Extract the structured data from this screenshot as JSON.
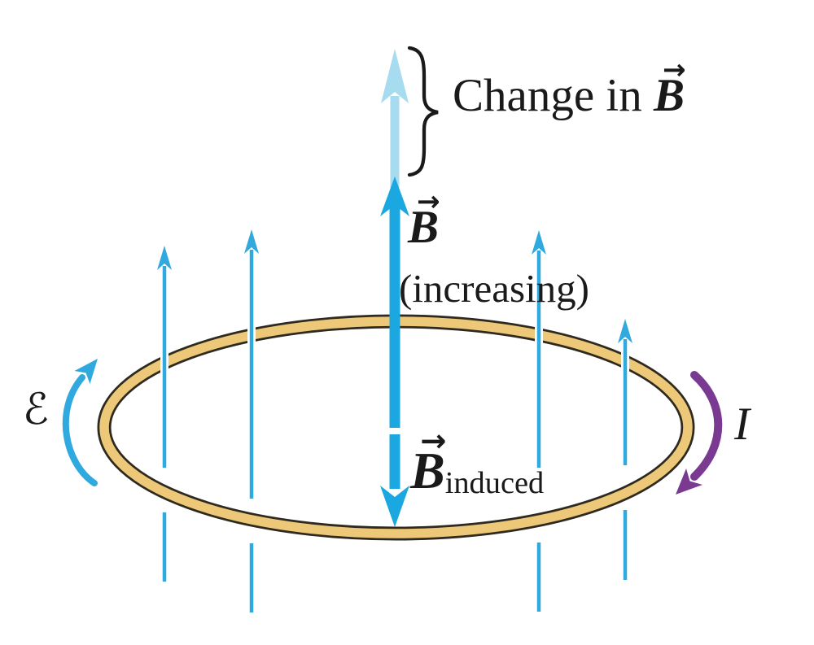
{
  "figure": {
    "title_hint": "Electromagnetic induction in a wire loop"
  },
  "colors": {
    "field_blue": "#2FA9DE",
    "thick_blue": "#1BA7E0",
    "light_blue": "#A6DBF0",
    "loop_gold": "#ECC878",
    "loop_edge": "#2E2A20",
    "induced_purple": "#7B3A92",
    "text": "#1A1A1A",
    "halo_white": "#FFFFFF"
  },
  "labels": {
    "change": {
      "prefix": "Change in ",
      "base": "B",
      "accent": "→"
    },
    "field": {
      "base": "B",
      "accent": "→",
      "note": "(increasing)"
    },
    "induced": {
      "base": "B",
      "accent": "→",
      "subscript": "induced"
    },
    "emf": "ℰ",
    "current": "I"
  }
}
